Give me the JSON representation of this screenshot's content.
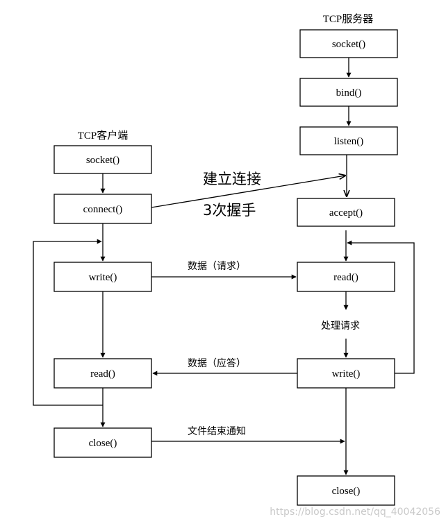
{
  "server": {
    "title": "TCP服务器",
    "boxes": [
      "socket()",
      "bind()",
      "listen()",
      "accept()",
      "read()",
      "write()",
      "close()"
    ]
  },
  "client": {
    "title": "TCP客户端",
    "boxes": [
      "socket()",
      "connect()",
      "write()",
      "read()",
      "close()"
    ]
  },
  "labels": {
    "establish": "建立连接",
    "handshake": "3次握手",
    "request": "数据（请求）",
    "process": "处理请求",
    "response": "数据（应答）",
    "eof": "文件结束通知"
  },
  "watermark": "https://blog.csdn.net/qq_40042056"
}
